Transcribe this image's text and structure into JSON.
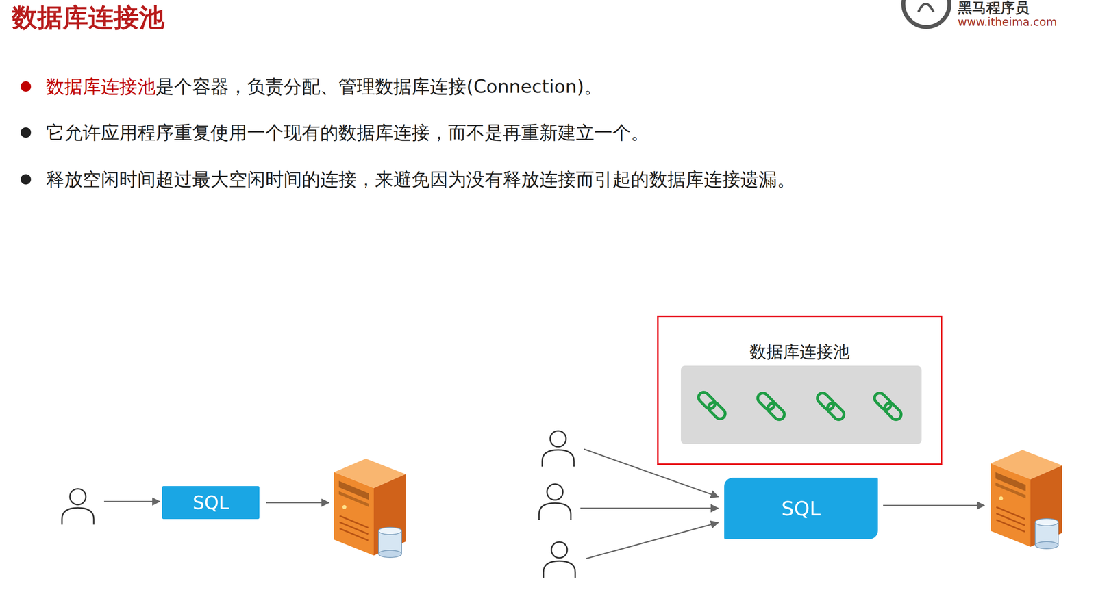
{
  "diagram": {
    "title": "数据库连接池",
    "nodes": [
      {
        "text": [
          "SQL"
        ]
      },
      {
        "text": [
          "数据库连接池"
        ]
      },
      {
        "text": [
          "SQL"
        ]
      }
    ],
    "labels": [
      "黑马程序员",
      "www.itheima.com",
      "数据库连接池",
      "是个容器，负责分配、管理数据库连接(Connection)。",
      "它允许应用程序重复使用一个现有的数据库连接，而不是再重新建立一个。",
      "释放空闲时间超过最大空闲时间的连接，来避免因为没有释放连接而引起的数据库连接遗漏。"
    ]
  }
}
